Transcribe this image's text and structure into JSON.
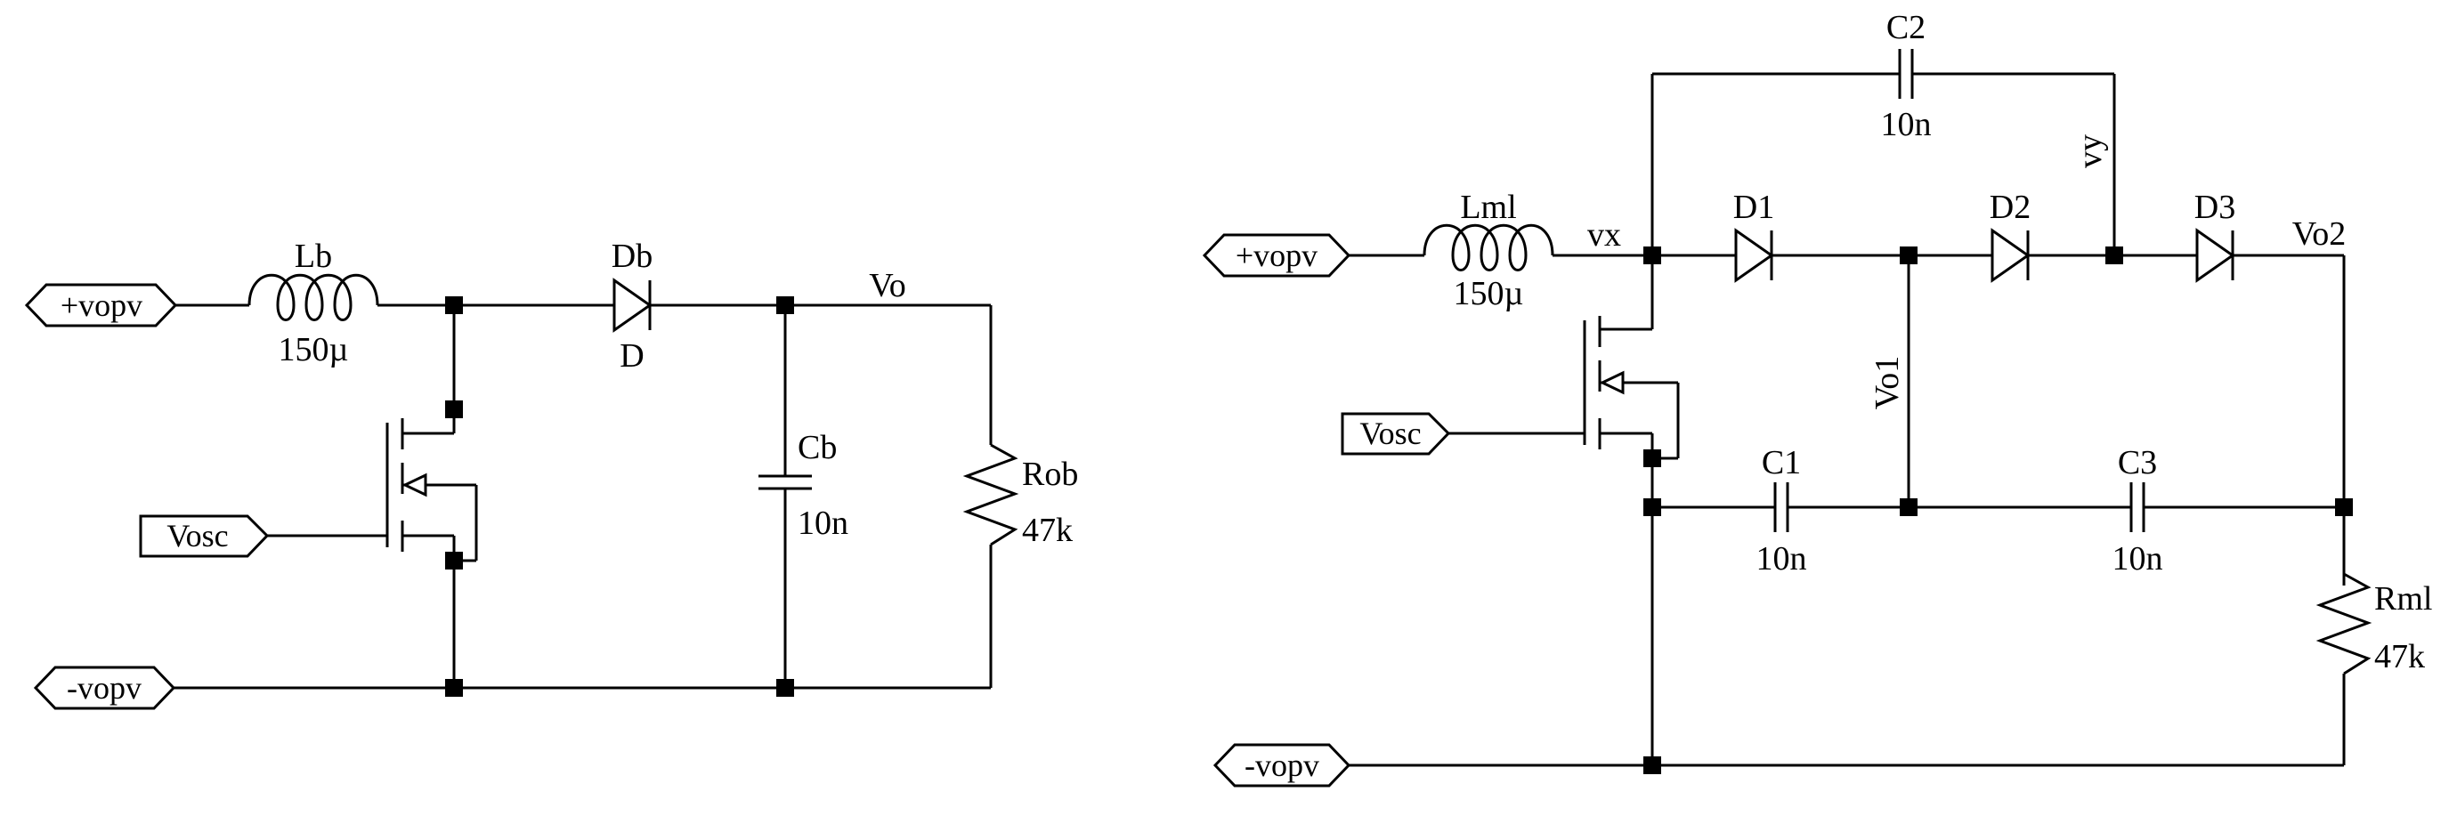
{
  "left_circuit": {
    "port_in_pos": "+vopv",
    "port_in_neg": "-vopv",
    "port_osc": "Vosc",
    "inductor": {
      "name": "Lb",
      "value": "150µ"
    },
    "diode": {
      "name": "Db",
      "model": "D"
    },
    "capacitor": {
      "name": "Cb",
      "value": "10n"
    },
    "resistor": {
      "name": "Rob",
      "value": "47k"
    },
    "net_out": "Vo"
  },
  "right_circuit": {
    "port_in_pos": "+vopv",
    "port_in_neg": "-vopv",
    "port_osc": "Vosc",
    "inductor": {
      "name": "Lml",
      "value": "150µ"
    },
    "net_vx": "vx",
    "net_vy": "vy",
    "net_vo1": "Vo1",
    "net_vo2": "Vo2",
    "diode1": "D1",
    "diode2": "D2",
    "diode3": "D3",
    "capacitor1": {
      "name": "C1",
      "value": "10n"
    },
    "capacitor2": {
      "name": "C2",
      "value": "10n"
    },
    "capacitor3": {
      "name": "C3",
      "value": "10n"
    },
    "resistor": {
      "name": "Rml",
      "value": "47k"
    }
  }
}
